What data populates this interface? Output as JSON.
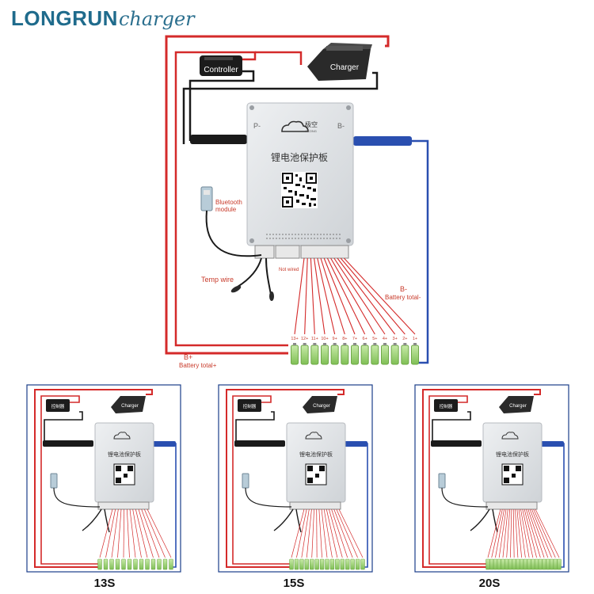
{
  "logo": {
    "brand": "LONGRUN",
    "suffix": "charger"
  },
  "main": {
    "controller": "Controller",
    "charger": "Charger",
    "p_minus": "P-",
    "b_minus_board": "B-",
    "cloud_brand": "极空",
    "cloud_sub": "JIKONG",
    "board_title": "锂电池保护板",
    "bluetooth": [
      "Bluetooth",
      "module"
    ],
    "temp_wire": "Temp wire",
    "not_wired": "Not wired",
    "b_minus": "B-",
    "battery_total_minus": "Battery total-",
    "b_plus": "B+",
    "battery_total_plus": "Battery total+",
    "cells": [
      "13+",
      "12+",
      "11+",
      "10+",
      "9+",
      "8+",
      "7+",
      "6+",
      "5+",
      "4+",
      "3+",
      "2+",
      "1+"
    ]
  },
  "variants": [
    {
      "caption": "13S",
      "charger": "Charger",
      "controller": "控制器",
      "board_title": "锂电池保护板",
      "cells": 13
    },
    {
      "caption": "15S",
      "charger": "Charger",
      "controller": "控制器",
      "board_title": "锂电池保护板",
      "cells": 15
    },
    {
      "caption": "20S",
      "charger": "Charger",
      "controller": "控制器",
      "board_title": "锂电池保护板",
      "cells": 20
    }
  ],
  "colors": {
    "red_wire": "#d42a2a",
    "blue_wire": "#2a4fb0",
    "black_wire": "#1a1a1a",
    "board": "#dfe2e5",
    "cell": "#9fd47a",
    "frame": "#1a3e8a",
    "logo": "#1f6b8c"
  }
}
